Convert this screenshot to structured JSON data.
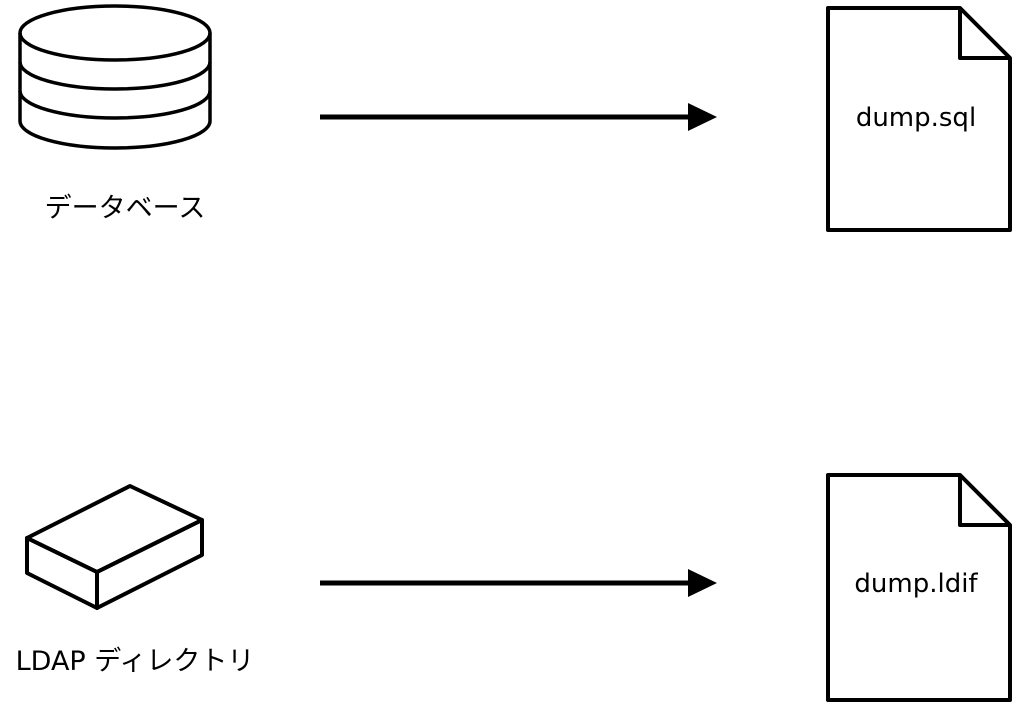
{
  "diagram": {
    "database": {
      "label": "データベース",
      "file": "dump.sql"
    },
    "ldap": {
      "label": "LDAP ディレクトリ",
      "file": "dump.ldif"
    }
  },
  "colors": {
    "stroke": "#000000",
    "background": "#ffffff"
  }
}
